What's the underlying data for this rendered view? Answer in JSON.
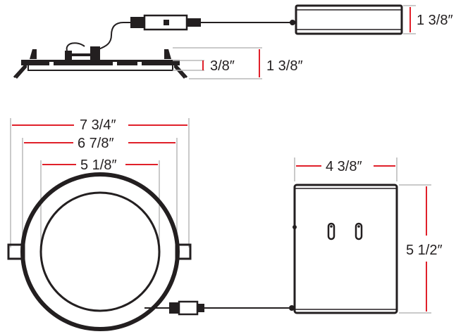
{
  "dimensions": {
    "driver_height": "1 3/8″",
    "flange_thickness": "3/8″",
    "fixture_height": "1 3/8″",
    "overall_diameter": "7 3/4″",
    "cutout_diameter": "6 7/8″",
    "aperture_diameter": "5 1/8″",
    "junction_box_width": "4 3/8″",
    "junction_box_length": "5 1/2″"
  },
  "colors": {
    "ink": "#231f20",
    "dimension_line": "#e0202a",
    "extension_line": "#b9b9b9"
  }
}
